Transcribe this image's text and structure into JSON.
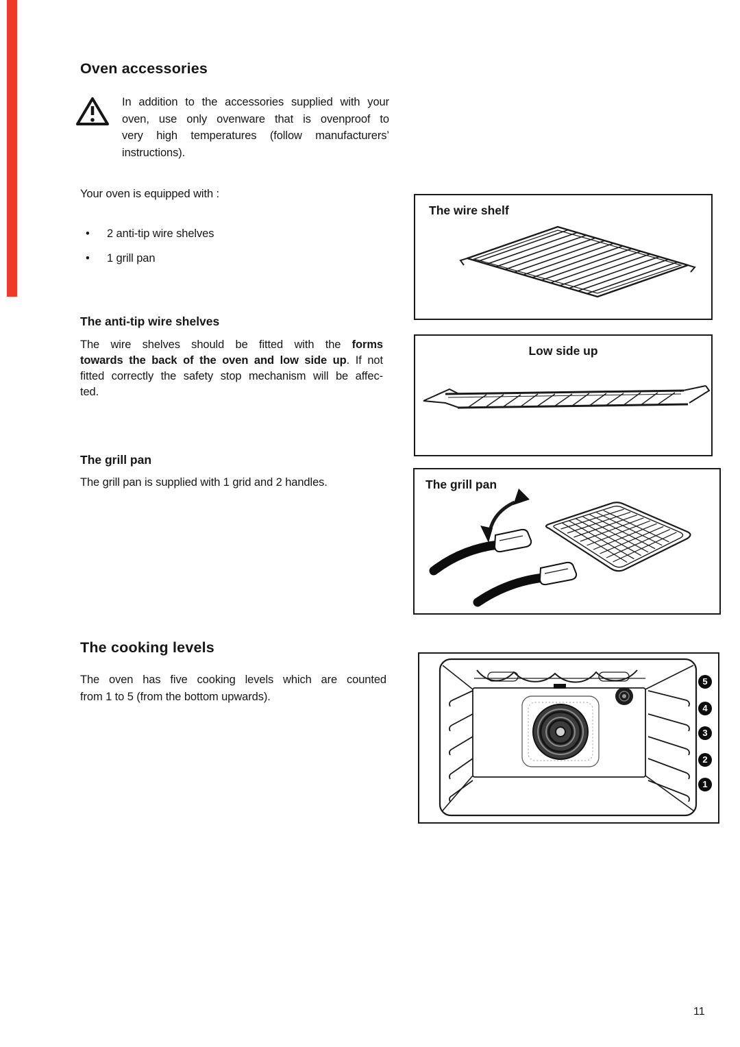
{
  "page": {
    "number": "11",
    "background": "#ffffff",
    "ink_color": "#161616",
    "edge_mark_color": "#ee3b26"
  },
  "accessories": {
    "title": "Oven accessories",
    "warning": {
      "icon": "warning-triangle",
      "lines": [
        "In addition to the accessories supplied with your",
        "oven, use only ovenware that is ovenproof to",
        "very high temperatures (follow manufacturers’",
        "instructions)."
      ]
    },
    "intro": "Your oven is equipped with :",
    "bullet_glyph": "•",
    "items": [
      "2 anti-tip wire shelves",
      "1 grill pan"
    ],
    "anti_tip": {
      "heading": "The anti-tip wire shelves",
      "line1_regular": "The wire shelves should be fitted with the",
      "line1_bold": "forms",
      "line2_bold": "towards the back of the oven and low side up",
      "line2_regular": ". If not",
      "line3": "fitted correctly the safety stop mechanism will be affec-",
      "line4": "ted."
    },
    "grill_pan": {
      "heading": "The grill pan",
      "body": "The grill pan is supplied with 1 grid and 2 handles."
    }
  },
  "figures": {
    "wire_shelf": {
      "caption": "The wire shelf"
    },
    "low_side_up": {
      "caption": "Low side up"
    },
    "grill_pan": {
      "caption": "The grill pan"
    },
    "cooking_levels": {
      "badges": [
        "5",
        "4",
        "3",
        "2",
        "1"
      ]
    }
  },
  "cooking": {
    "title": "The cooking levels",
    "lines": [
      "The oven has five cooking levels which are counted",
      "from 1 to 5 (from the bottom upwards)."
    ]
  }
}
